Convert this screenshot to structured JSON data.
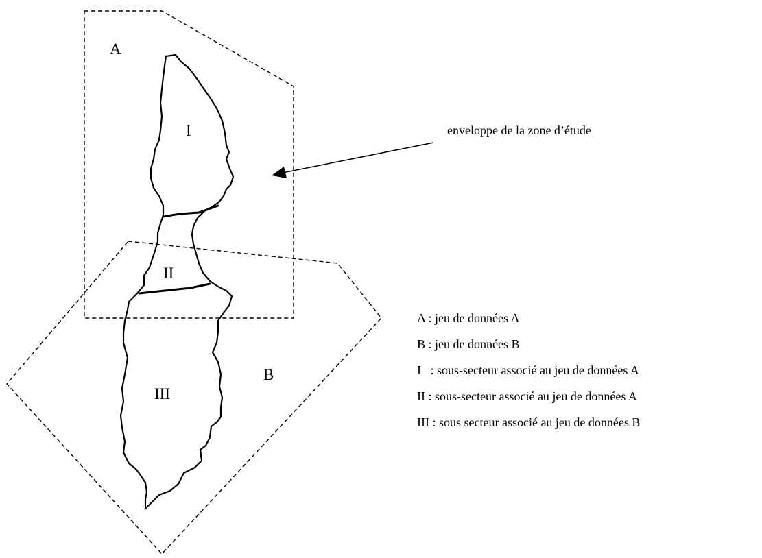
{
  "labels": {
    "set_a": "A",
    "set_b": "B",
    "sector_1": "I",
    "sector_2": "II",
    "sector_3": "III"
  },
  "annotation": "enveloppe de la zone d’étude",
  "legend": [
    "A : jeu de données A",
    "B : jeu de données B",
    "I   : sous-secteur associé au jeu de données A",
    "II : sous-secteur associé au jeu de données A",
    "III : sous secteur associé au jeu de données B"
  ]
}
